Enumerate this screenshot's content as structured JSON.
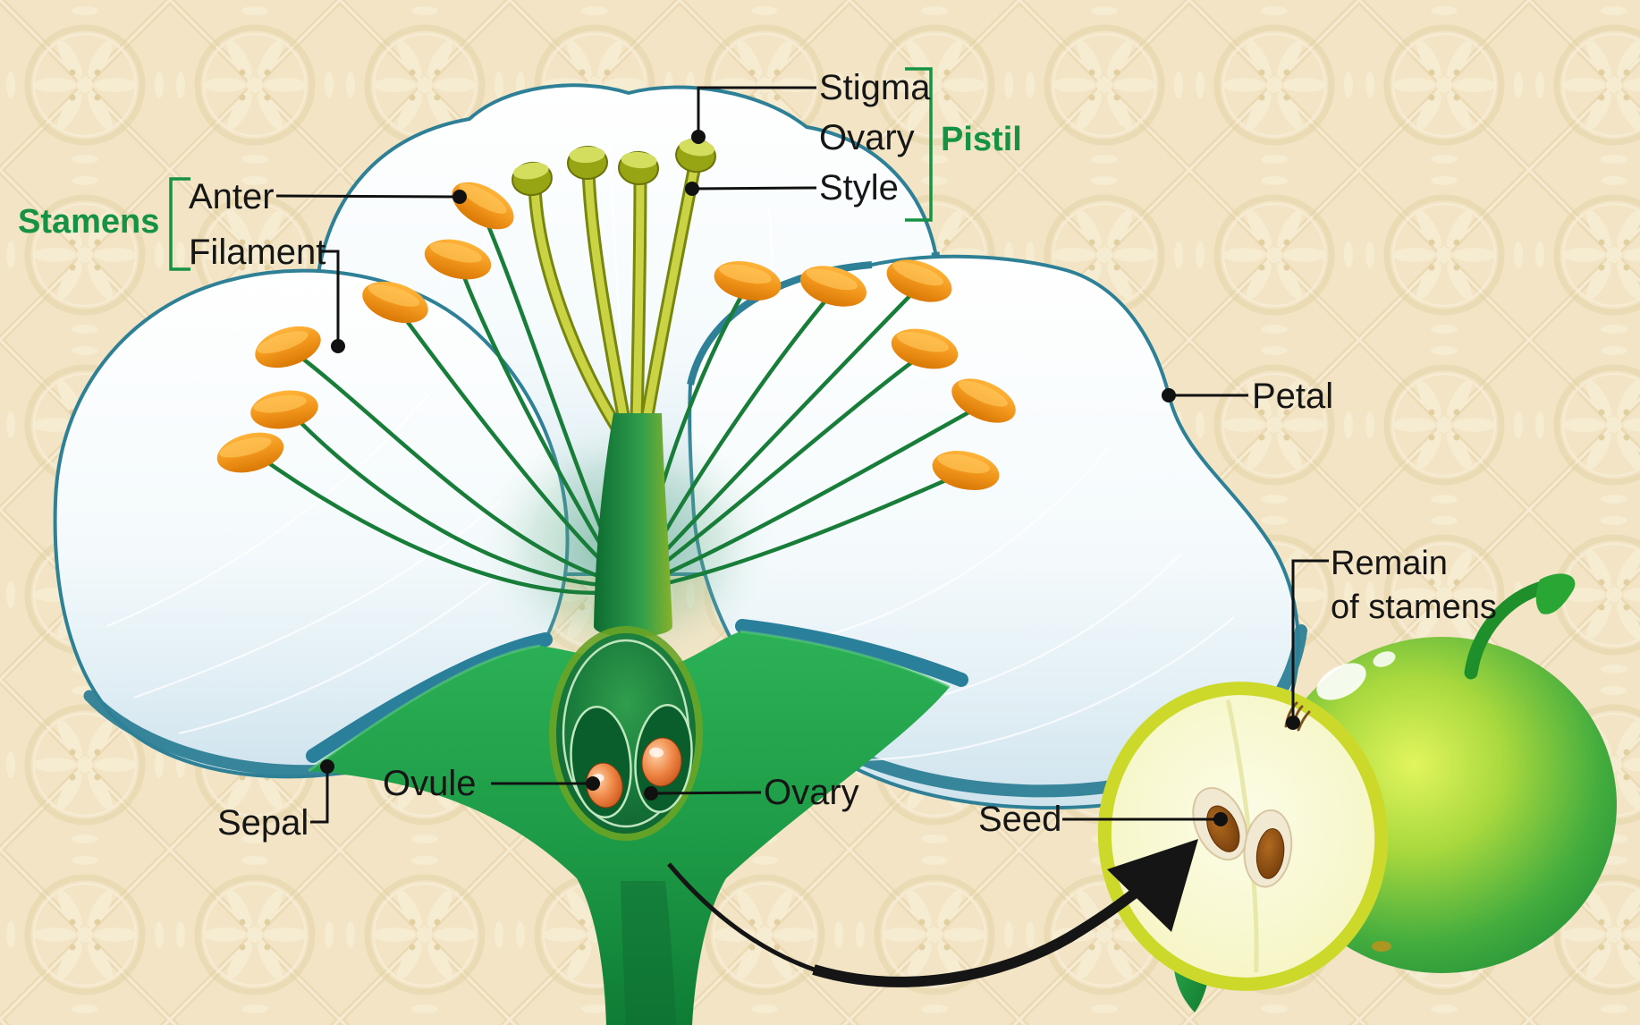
{
  "figure": {
    "type": "flower-anatomy-diagram",
    "labels": {
      "pistil": {
        "group": "Pistil",
        "items": {
          "stigma": "Stigma",
          "ovary": "Ovary",
          "style": "Style"
        }
      },
      "stamens": {
        "group": "Stamens",
        "items": {
          "anther": "Anter",
          "filament": "Filament"
        }
      },
      "petal": "Petal",
      "sepal": "Sepal",
      "ovule": "Ovule",
      "ovary": "Ovary",
      "seed": "Seed",
      "remain_of_stamens": {
        "line1": "Remain",
        "line2": "of stamens"
      }
    },
    "colors": {
      "background_beige": "#f2e4c4",
      "pattern_accent": "#e3d0a2",
      "label_black": "#161616",
      "group_label_green": "#169245",
      "leader_line": "#111111",
      "petal_outline_teal": "#2e8096",
      "petal_fill": "#f2f8fb",
      "anther_orange": "#ef941a",
      "filament_green": "#177d38",
      "style_olive": "#c9d344",
      "sepal_green": "#22a94d",
      "ovule_orange": "#e0703a",
      "apple_green": "#2f9e3c",
      "apple_half_rim": "#ccd92b",
      "apple_flesh": "#f8f8cf",
      "seed_brown": "#8a4a15",
      "arrow_black": "#151515"
    }
  }
}
